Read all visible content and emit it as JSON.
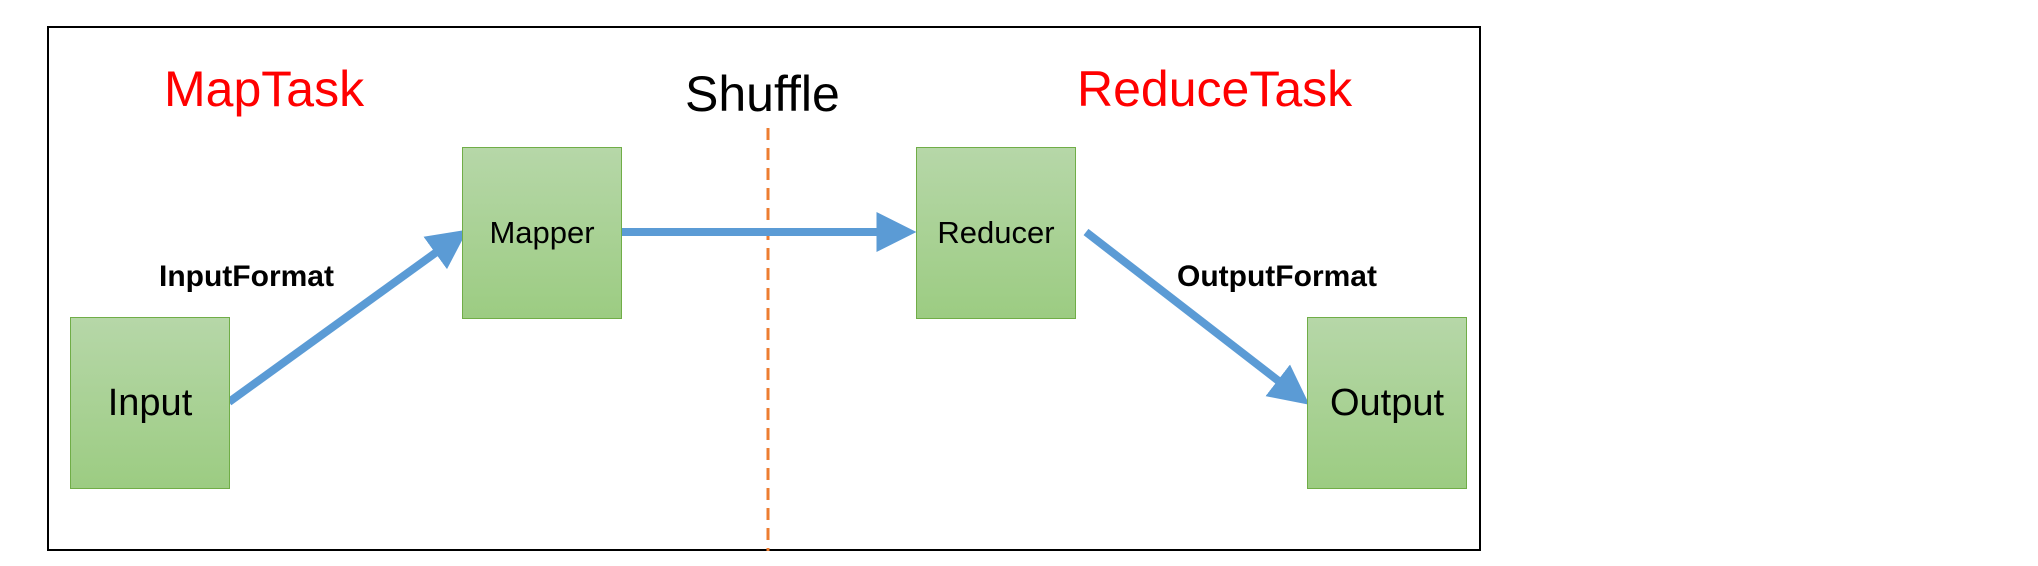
{
  "headings": {
    "map_task": "MapTask",
    "shuffle": "Shuffle",
    "reduce_task": "ReduceTask"
  },
  "nodes": {
    "input": "Input",
    "mapper": "Mapper",
    "reducer": "Reducer",
    "output": "Output"
  },
  "edge_labels": {
    "input_format": "InputFormat",
    "output_format": "OutputFormat"
  },
  "colors": {
    "task_heading": "#ff0000",
    "shuffle_heading": "#000000",
    "arrow": "#5b9bd5",
    "divider": "#ed7d31",
    "node_fill": "#a9d18e",
    "node_border": "#70ad47"
  }
}
